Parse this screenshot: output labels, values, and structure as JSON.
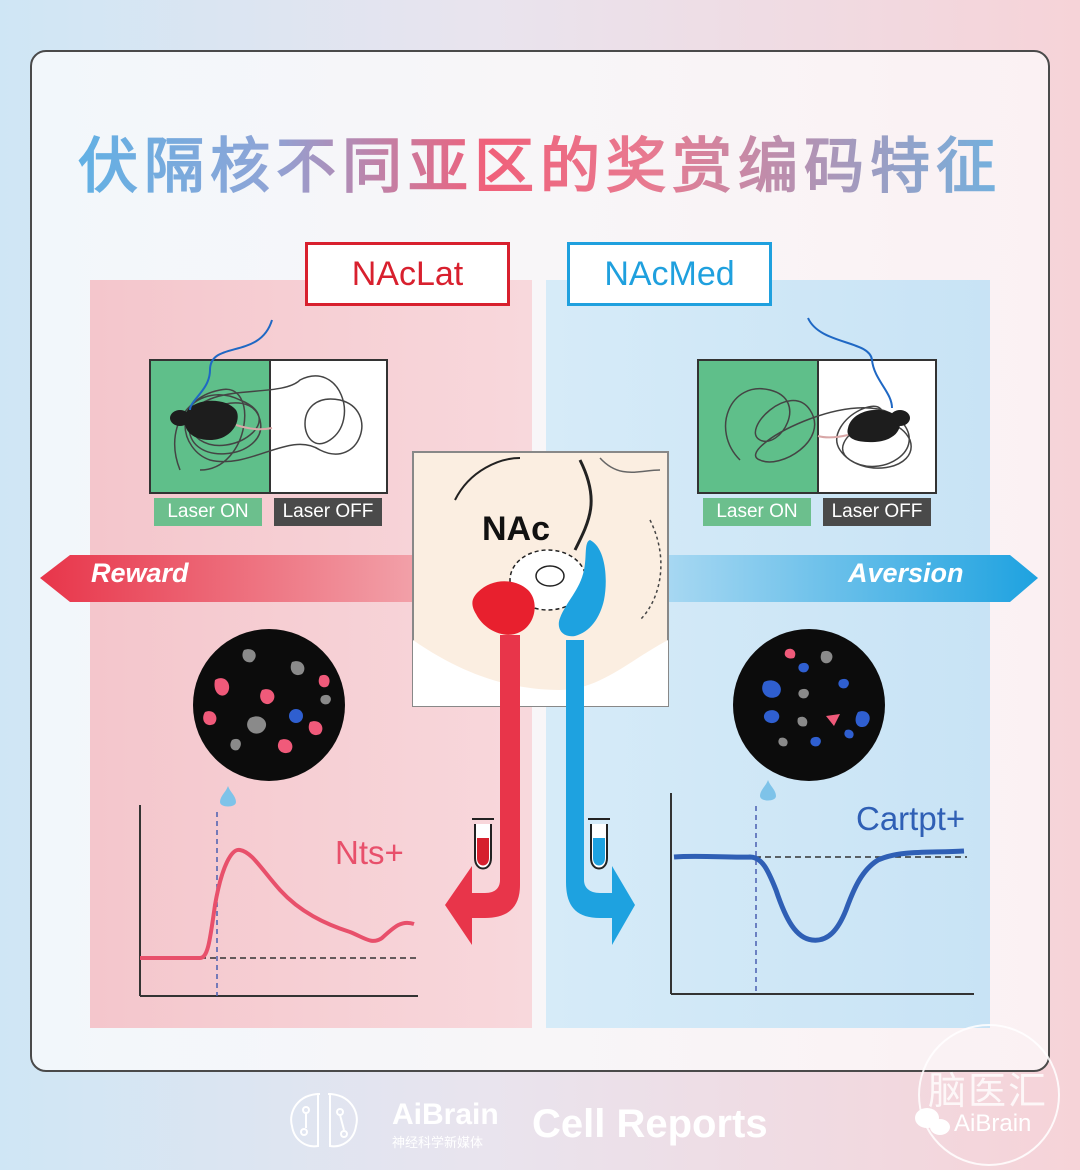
{
  "title": "伏隔核不同亚区的奖赏编码特征",
  "labels": {
    "left_region": "NAcLat",
    "right_region": "NAcMed",
    "reward": "Reward",
    "aversion": "Aversion",
    "laser_on": "Laser ON",
    "laser_off": "Laser OFF",
    "center": "NAc",
    "left_gene": "Nts+",
    "right_gene": "Cartpt+"
  },
  "colors": {
    "red": "#e8354a",
    "blue": "#1ea2e0",
    "trace_red": "#e8506b",
    "trace_blue": "#2f5fb5",
    "chamber_green": "#5fbf8a"
  },
  "footer": {
    "brand": "AiBrain",
    "brand_sub": "神经科学新媒体",
    "journal": "Cell Reports",
    "wechat": "AiBrain",
    "watermark": "脑医汇"
  }
}
